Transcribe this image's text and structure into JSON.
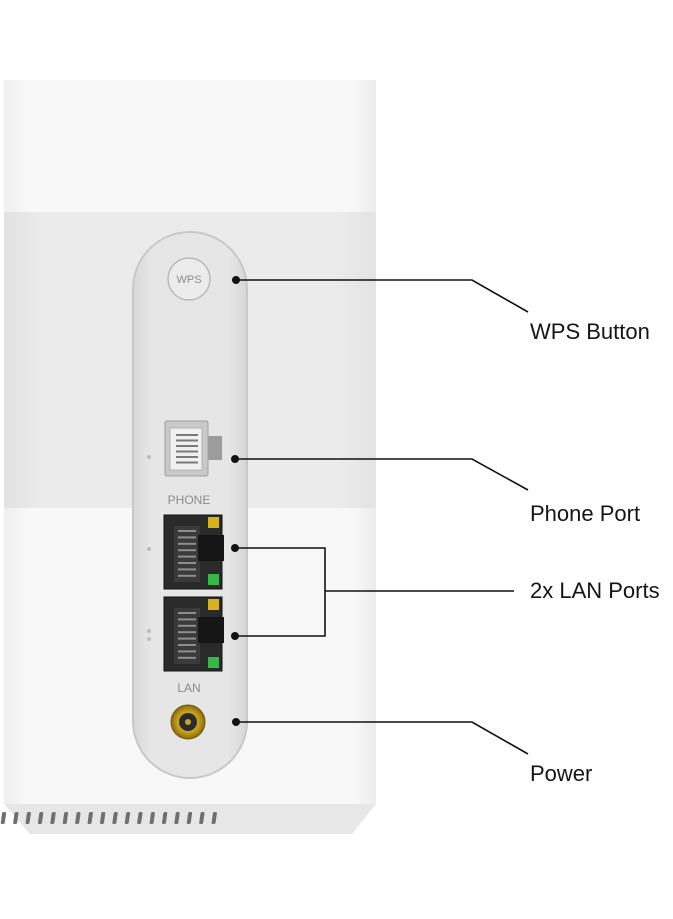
{
  "device": {
    "wps_button_text": "WPS",
    "phone_port_text": "PHONE",
    "lan_ports_text": "LAN"
  },
  "callouts": {
    "wps": "WPS Button",
    "phone": "Phone Port",
    "lan": "2x LAN Ports",
    "power": "Power"
  },
  "colors": {
    "background": "#ffffff",
    "body_white": "#f7f7f7",
    "body_band": "#ebebeb",
    "panel": "#e2e2e2",
    "port_dark": "#2a2a2a",
    "led_yellow": "#d6b21c",
    "led_green": "#3ab54a",
    "leader_line": "#111111"
  }
}
